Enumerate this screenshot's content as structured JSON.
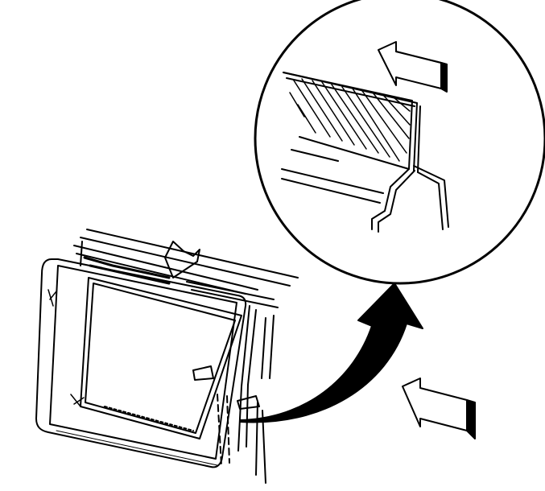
{
  "colors": {
    "line": "#000000",
    "background": "#ffffff"
  },
  "icons": [
    "detail-magnifier-circle",
    "direction-arrow-block",
    "curved-callout-arrow"
  ]
}
